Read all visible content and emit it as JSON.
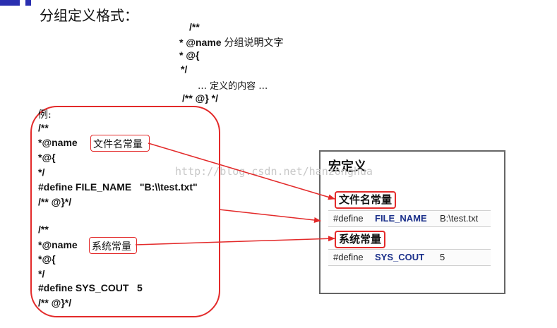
{
  "heading": "分组定义格式：",
  "format_block": {
    "line1": "/**",
    "line2_prefix": "* @name",
    "line2_text": "分组说明文字",
    "line3": "* @{",
    "line4": "*/",
    "line5": "… 定义的内容 …",
    "line6": "/** @} */"
  },
  "example": {
    "label": "例:",
    "lines": [
      "/**",
      "*@name",
      "文件名常量",
      "*@{",
      "*/",
      "#define FILE_NAME   \"B:\\\\test.txt\"",
      "/** @}*/",
      "/**",
      "*@name",
      "系统常量",
      "*@{",
      "*/",
      "#define SYS_COUT   5",
      "/** @}*/"
    ]
  },
  "watermark": "http://blog.csdn.net/hanzonghua",
  "macro_panel": {
    "title": "宏定义",
    "group1_label": "文件名常量",
    "group1_define": {
      "keyword": "#define",
      "name": "FILE_NAME",
      "value": "B:\\test.txt"
    },
    "group2_label": "系统常量",
    "group2_define": {
      "keyword": "#define",
      "name": "SYS_COUT",
      "value": "5"
    }
  },
  "colors": {
    "accent_red": "#e32a2a",
    "define_name_blue": "#1a2f8a",
    "bullet_blue": "#2a2fb0"
  }
}
